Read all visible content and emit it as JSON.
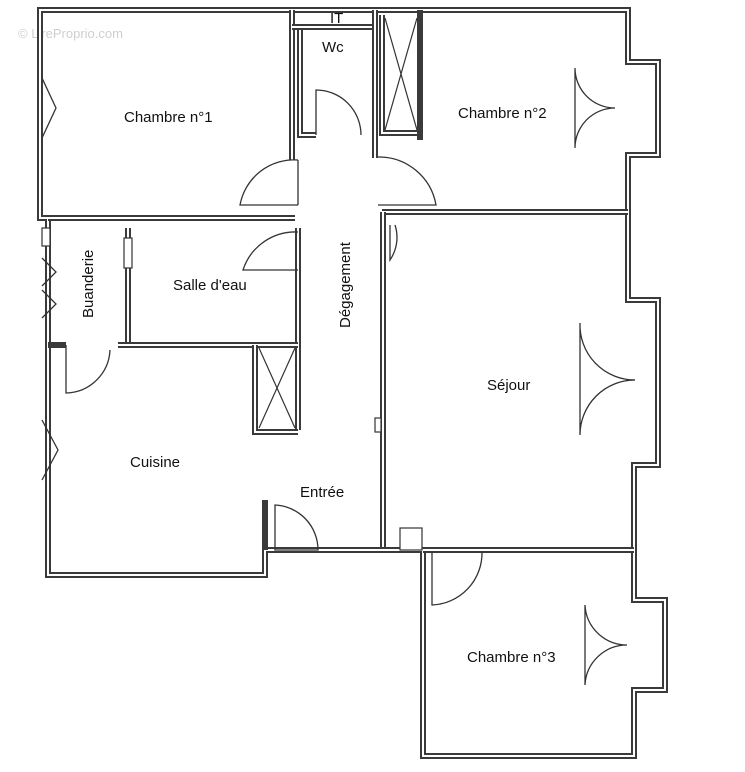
{
  "watermark": "© LireProprio.com",
  "rooms": {
    "chambre1": "Chambre n°1",
    "chambre2": "Chambre n°2",
    "chambre3": "Chambre n°3",
    "wc": "Wc",
    "it": "IT",
    "salle_eau": "Salle d'eau",
    "buanderie": "Buanderie",
    "degagement": "Dégagement",
    "sejour": "Séjour",
    "cuisine": "Cuisine",
    "entree": "Entrée"
  }
}
